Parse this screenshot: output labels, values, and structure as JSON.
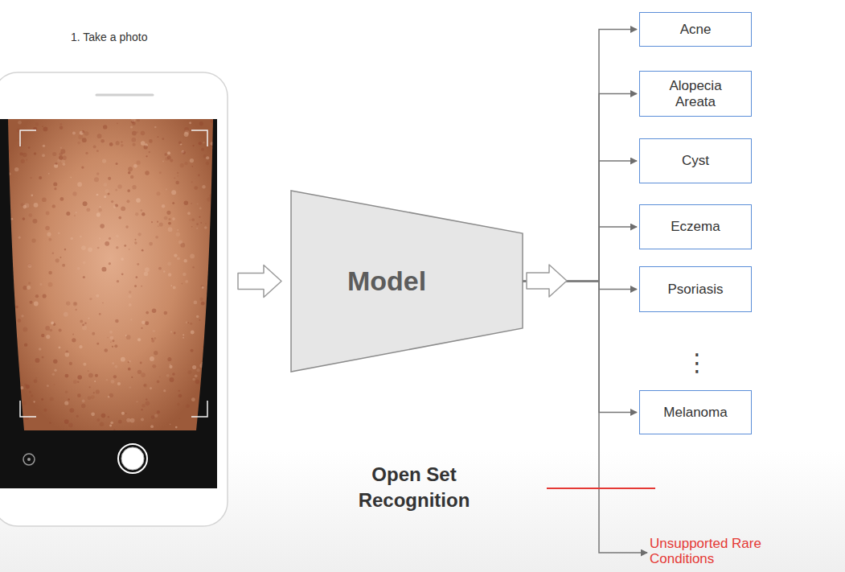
{
  "diagram": {
    "nodes": [
      {
        "text": [
          "1. Take a photo"
        ]
      },
      {
        "text": [
          "Model"
        ]
      },
      {
        "text": [
          "Acne"
        ]
      },
      {
        "text": [
          "Alopecia Areata"
        ]
      },
      {
        "text": [
          "Cyst"
        ]
      },
      {
        "text": [
          "Eczema"
        ]
      },
      {
        "text": [
          "Psoriasis"
        ]
      },
      {
        "text": [
          "Melanoma"
        ]
      },
      {
        "text": [
          "Unsupported Rare Conditions"
        ]
      }
    ],
    "edges": [
      {
        "from": 0,
        "to": 1,
        "arrow": "to"
      },
      {
        "from": 1,
        "to": 2,
        "arrow": "to"
      },
      {
        "from": 1,
        "to": 3,
        "arrow": "to"
      },
      {
        "from": 1,
        "to": 4,
        "arrow": "to"
      },
      {
        "from": 1,
        "to": 5,
        "arrow": "to"
      },
      {
        "from": 1,
        "to": 6,
        "arrow": "to"
      },
      {
        "from": 1,
        "to": 7,
        "arrow": "to"
      },
      {
        "from": 1,
        "to": 8,
        "arrow": "to"
      }
    ],
    "labels": [
      "⋮",
      "Open Set Recognition"
    ]
  }
}
